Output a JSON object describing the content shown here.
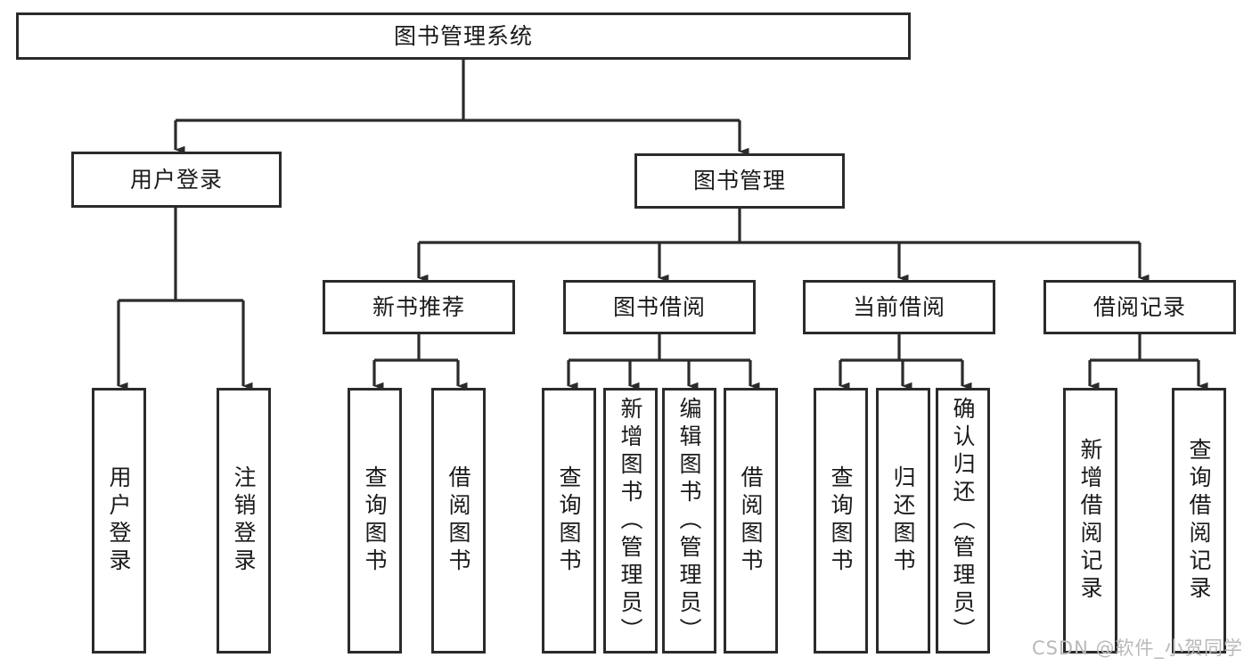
{
  "diagram": {
    "type": "tree",
    "title": "图书管理系统",
    "watermark": "CSDN @软件_小贺同学",
    "colors": {
      "stroke": "#2b2b2b",
      "fill": "#ffffff",
      "text": "#1a1a1a",
      "watermark": "#b9b9b9"
    },
    "nodes": {
      "root": {
        "label": "图书管理系统"
      },
      "level2": [
        {
          "label": "用户登录"
        },
        {
          "label": "图书管理"
        }
      ],
      "level3": [
        {
          "label": "新书推荐"
        },
        {
          "label": "图书借阅"
        },
        {
          "label": "当前借阅"
        },
        {
          "label": "借阅记录"
        }
      ],
      "leaves": {
        "user_login": [
          {
            "label": "用户登录"
          },
          {
            "label": "注销登录"
          }
        ],
        "new_book": [
          {
            "label": "查询图书"
          },
          {
            "label": "借阅图书"
          }
        ],
        "book_borrow": [
          {
            "label": "查询图书"
          },
          {
            "label": "新增图书（管理员）"
          },
          {
            "label": "编辑图书（管理员）"
          },
          {
            "label": "借阅图书"
          }
        ],
        "current_borrow": [
          {
            "label": "查询图书"
          },
          {
            "label": "归还图书"
          },
          {
            "label": "确认归还（管理员）"
          }
        ],
        "borrow_record": [
          {
            "label": "新增借阅记录"
          },
          {
            "label": "查询借阅记录"
          }
        ]
      }
    }
  }
}
